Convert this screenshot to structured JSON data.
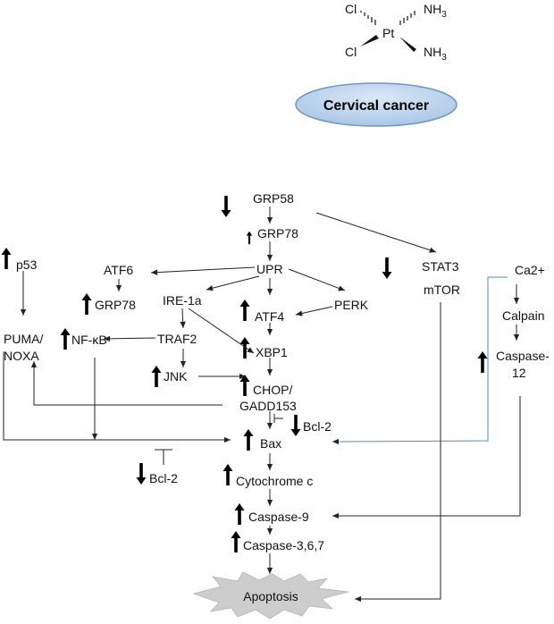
{
  "molecule": {
    "center": "Pt",
    "ligand_top_left": "Cl",
    "ligand_bottom_left": "Cl",
    "ligand_top_right": "NH",
    "ligand_top_right_sub": "3",
    "ligand_bottom_right": "NH",
    "ligand_bottom_right_sub": "3"
  },
  "context": {
    "label": "Cervical cancer"
  },
  "nodes": {
    "grp58": "GRP58",
    "grp78_top": "GRP78",
    "upr": "UPR",
    "atf6": "ATF6",
    "grp78_left": "GRP78",
    "ire1a": "IRE-1a",
    "perk": "PERK",
    "atf4": "ATF4",
    "xbp1": "XBP1",
    "traf2": "TRAF2",
    "nfkb": "NF-κB",
    "jnk": "JNK",
    "chop": "CHOP/",
    "gadd153": "GADD153",
    "p53": "p53",
    "puma": "PUMA/",
    "noxa": "NOXA",
    "bcl2_right": "Bcl-2",
    "bcl2_left": "Bcl-2",
    "bax": "Bax",
    "cytochrome_c": "Cytochrome c",
    "caspase9": "Caspase-9",
    "caspase367": "Caspase-3,6,7",
    "apoptosis": "Apoptosis",
    "stat3": "STAT3",
    "mtor": "mTOR",
    "ca2": "Ca2+",
    "calpain": "Calpain",
    "caspase12_a": "Caspase-",
    "caspase12_b": "12"
  },
  "regulation": {
    "up": [
      "grp78_top",
      "grp78_left",
      "atf4",
      "xbp1",
      "nfkb",
      "jnk",
      "chop",
      "p53",
      "bax",
      "cytochrome_c",
      "caspase9",
      "caspase367",
      "caspase12"
    ],
    "down": [
      "grp58",
      "stat3",
      "bcl2_right",
      "bcl2_left"
    ]
  },
  "colors": {
    "ellipse_fill": "#b9d3ee",
    "ellipse_stroke": "#6f95bd",
    "apoptosis_fill": "#cfcfcf",
    "arrow": "#222222",
    "ca2_line": "#4a8fc0"
  }
}
